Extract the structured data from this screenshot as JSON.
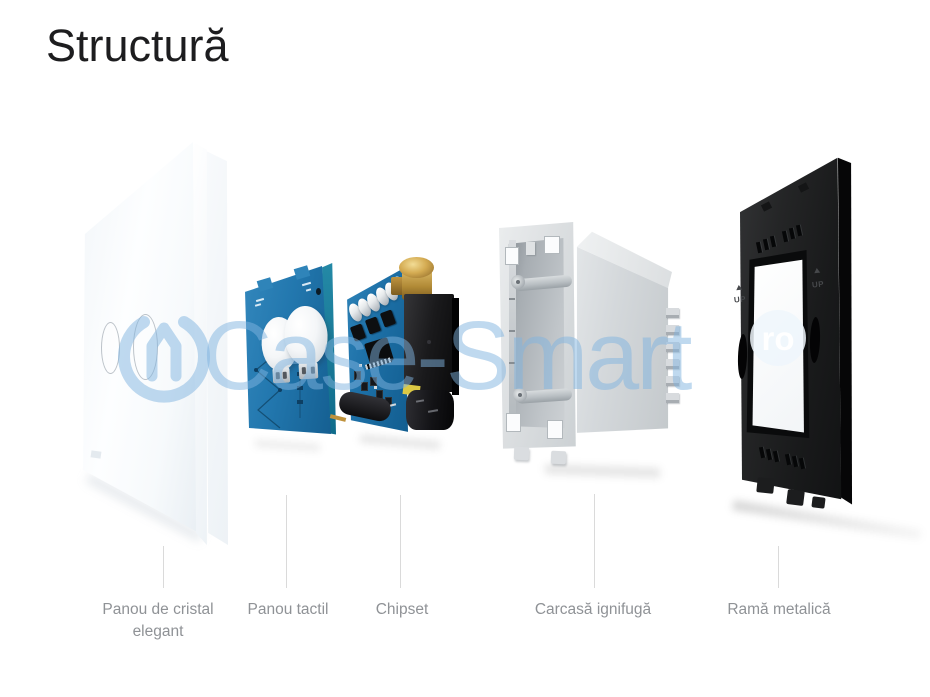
{
  "page": {
    "title": "Structură",
    "background": "#ffffff"
  },
  "watermark": {
    "brand_text": "Case-Smart",
    "badge_text": "ro",
    "accent_color": "#7fb4df"
  },
  "frame_markings": {
    "up_label": "UP"
  },
  "components": [
    {
      "id": "glass-panel",
      "label": "Panou de cristal elegant"
    },
    {
      "id": "touch-panel",
      "label": "Panou tactil"
    },
    {
      "id": "chipset",
      "label": "Chipset"
    },
    {
      "id": "fireproof-case",
      "label": "Carcasă ignifugă"
    },
    {
      "id": "metal-frame",
      "label": "Ramă metalică"
    }
  ],
  "colors": {
    "label_text": "#8f9296",
    "title_text": "#1d1d1f",
    "pcb_blue": "#2277ae",
    "case_gray": "#d5d9dc",
    "frame_black": "#1a1b1c",
    "brass": "#b18a36"
  }
}
